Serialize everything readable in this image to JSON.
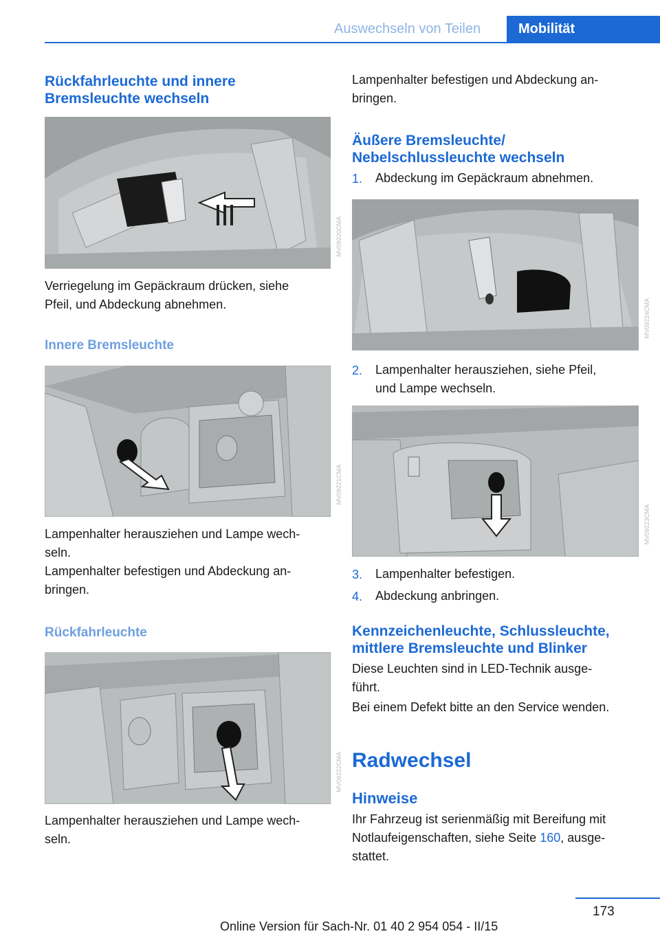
{
  "header": {
    "section": "Auswechseln von Teilen",
    "tab": "Mobilität"
  },
  "left": {
    "heading1_line1": "Rückfahrleuchte und innere",
    "heading1_line2": "Bremsleuchte wechseln",
    "fig1_code": "MV09220CMA",
    "text1_line1": "Verriegelung im Gepäckraum drücken, siehe",
    "text1_line2": "Pfeil, und Abdeckung abnehmen.",
    "sub1": "Innere Bremsleuchte",
    "fig2_code": "MV09221CMA",
    "text2_line1": "Lampenhalter herausziehen und Lampe wech‐",
    "text2_line2": "seln.",
    "text3_line1": "Lampenhalter befestigen und Abdeckung an‐",
    "text3_line2": "bringen.",
    "sub2": "Rückfahrleuchte",
    "fig3_code": "MV09222CMA",
    "text4_line1": "Lampenhalter herausziehen und Lampe wech‐",
    "text4_line2": "seln."
  },
  "right": {
    "text1_line1": "Lampenhalter befestigen und Abdeckung an‐",
    "text1_line2": "bringen.",
    "heading1_line1": "Äußere Bremsleuchte/",
    "heading1_line2": "Nebelschlussleuchte wechseln",
    "steps": [
      {
        "num": "1.",
        "text": "Abdeckung im Gepäckraum abnehmen."
      },
      {
        "num": "2.",
        "line1": "Lampenhalter herausziehen, siehe Pfeil,",
        "line2": "und Lampe wechseln."
      },
      {
        "num": "3.",
        "text": "Lampenhalter befestigen."
      },
      {
        "num": "4.",
        "text": "Abdeckung anbringen."
      }
    ],
    "fig4_code": "MV09224CMA",
    "fig5_code": "MV09223CMA",
    "heading2_line1": "Kennzeichenleuchte, Schlussleuchte,",
    "heading2_line2": "mittlere Bremsleuchte und Blinker",
    "text2_line1": "Diese Leuchten sind in LED-Technik ausge‐",
    "text2_line2": "führt.",
    "text3": "Bei einem Defekt bitte an den Service wenden.",
    "big_heading": "Radwechsel",
    "heading3": "Hinweise",
    "text4_line1": "Ihr Fahrzeug ist serienmäßig mit Bereifung mit",
    "text4_line2_a": "Notlaufeigenschaften, siehe Seite ",
    "text4_link": "160",
    "text4_line2_b": ", ausge‐",
    "text4_line3": "stattet."
  },
  "footer": {
    "page_number": "173",
    "text": "Online Version für Sach-Nr. 01 40 2 954 054 - II/15"
  }
}
